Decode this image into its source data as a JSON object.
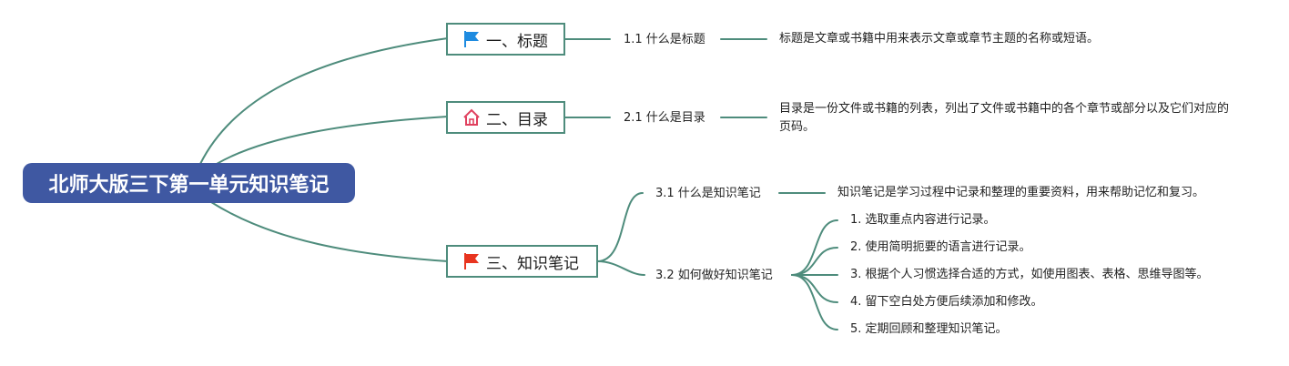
{
  "root": {
    "title": "北师大版三下第一单元知识笔记"
  },
  "branches": [
    {
      "title": "一、标题",
      "icon": "blue-flag-icon",
      "color": "#1e8be0",
      "topics": [
        {
          "title": "1.1 什么是标题",
          "items": [
            "标题是文章或书籍中用来表示文章或章节主题的名称或短语。"
          ]
        }
      ]
    },
    {
      "title": "二、目录",
      "icon": "home-icon",
      "color": "#e0405e",
      "topics": [
        {
          "title": "2.1 什么是目录",
          "items": [
            "目录是一份文件或书籍的列表，列出了文件或书籍中的各个章节或部分以及它们对应的页码。"
          ]
        }
      ]
    },
    {
      "title": "三、知识笔记",
      "icon": "red-flag-icon",
      "color": "#e8341f",
      "topics": [
        {
          "title": "3.1 什么是知识笔记",
          "items": [
            "知识笔记是学习过程中记录和整理的重要资料，用来帮助记忆和复习。"
          ]
        },
        {
          "title": "3.2 如何做好知识笔记",
          "items": [
            "1. 选取重点内容进行记录。",
            "2. 使用简明扼要的语言进行记录。",
            "3. 根据个人习惯选择合适的方式，如使用图表、表格、思维导图等。",
            "4. 留下空白处方便后续添加和修改。",
            "5. 定期回顾和整理知识笔记。"
          ]
        }
      ]
    }
  ],
  "colors": {
    "root_fill": "#3f58a2",
    "connector": "#4e8c7c"
  }
}
